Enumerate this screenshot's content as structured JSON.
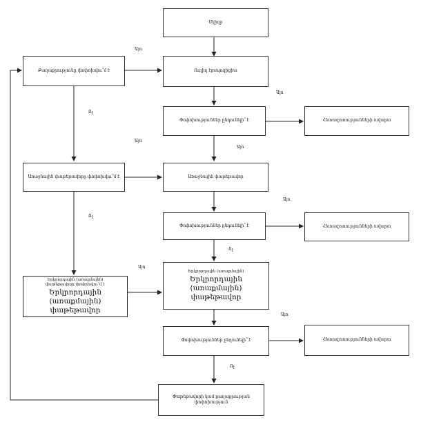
{
  "boxes": {
    "start": "Սկիզբ",
    "direct_access": "Ուղիղ էքսպոզիցիա",
    "decision_1": "Փոփոխություններ ընդունելի՞ է",
    "result_1": "Հետազոտությունների ավարտ",
    "quality_change": "Քաղաքրությունը փոփոխվու՞մ է",
    "spatial_scaling_q": "Առաջնային փաթեթավորը փոփոխվու՞մ է",
    "spatial_scaling": "Առաջնային փաթեթավոր",
    "decision_2": "Փոփոխություններ ընդունելի՞ է",
    "result_2": "Հետազոտությունների ավարտ",
    "secondary_q_a": "Երկրորդային (առաքմային)",
    "secondary_q_b": "փաթեթավորը փոփոխվու՞մ է",
    "secondary_q_big": "Երկրորդային (առաքմային) փաթեթավոր",
    "secondary_a": "Երկրորդային (առաքմային)",
    "secondary_big": "Երկրորդային (առաքմային) փաթեթավոր",
    "decision_3": "Փոփոխություններ ընդունելի՞ է",
    "result_3": "Հետազոտությունների ավարտ",
    "final": "Փաթեթավորի կամ քաղաքրության փոփոխություն"
  },
  "labels": {
    "yes": "Այո",
    "no": "Ոչ"
  }
}
